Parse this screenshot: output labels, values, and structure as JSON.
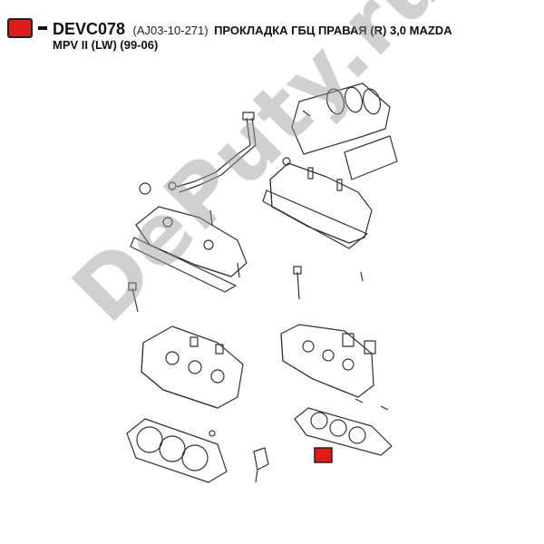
{
  "header": {
    "marker_color": "#e01b1b",
    "part_code": "DEVC078",
    "oem_number": "(AJ03-10-271)",
    "description_line1": "ПРОКЛАДКА ГБЦ ПРАВАЯ (R) 3,0 MAZDA",
    "description_line2": "MPV II (LW) (99-06)"
  },
  "watermark": {
    "text": "DePuty.ru"
  },
  "diagram": {
    "highlight_color": "#e01b1b"
  }
}
